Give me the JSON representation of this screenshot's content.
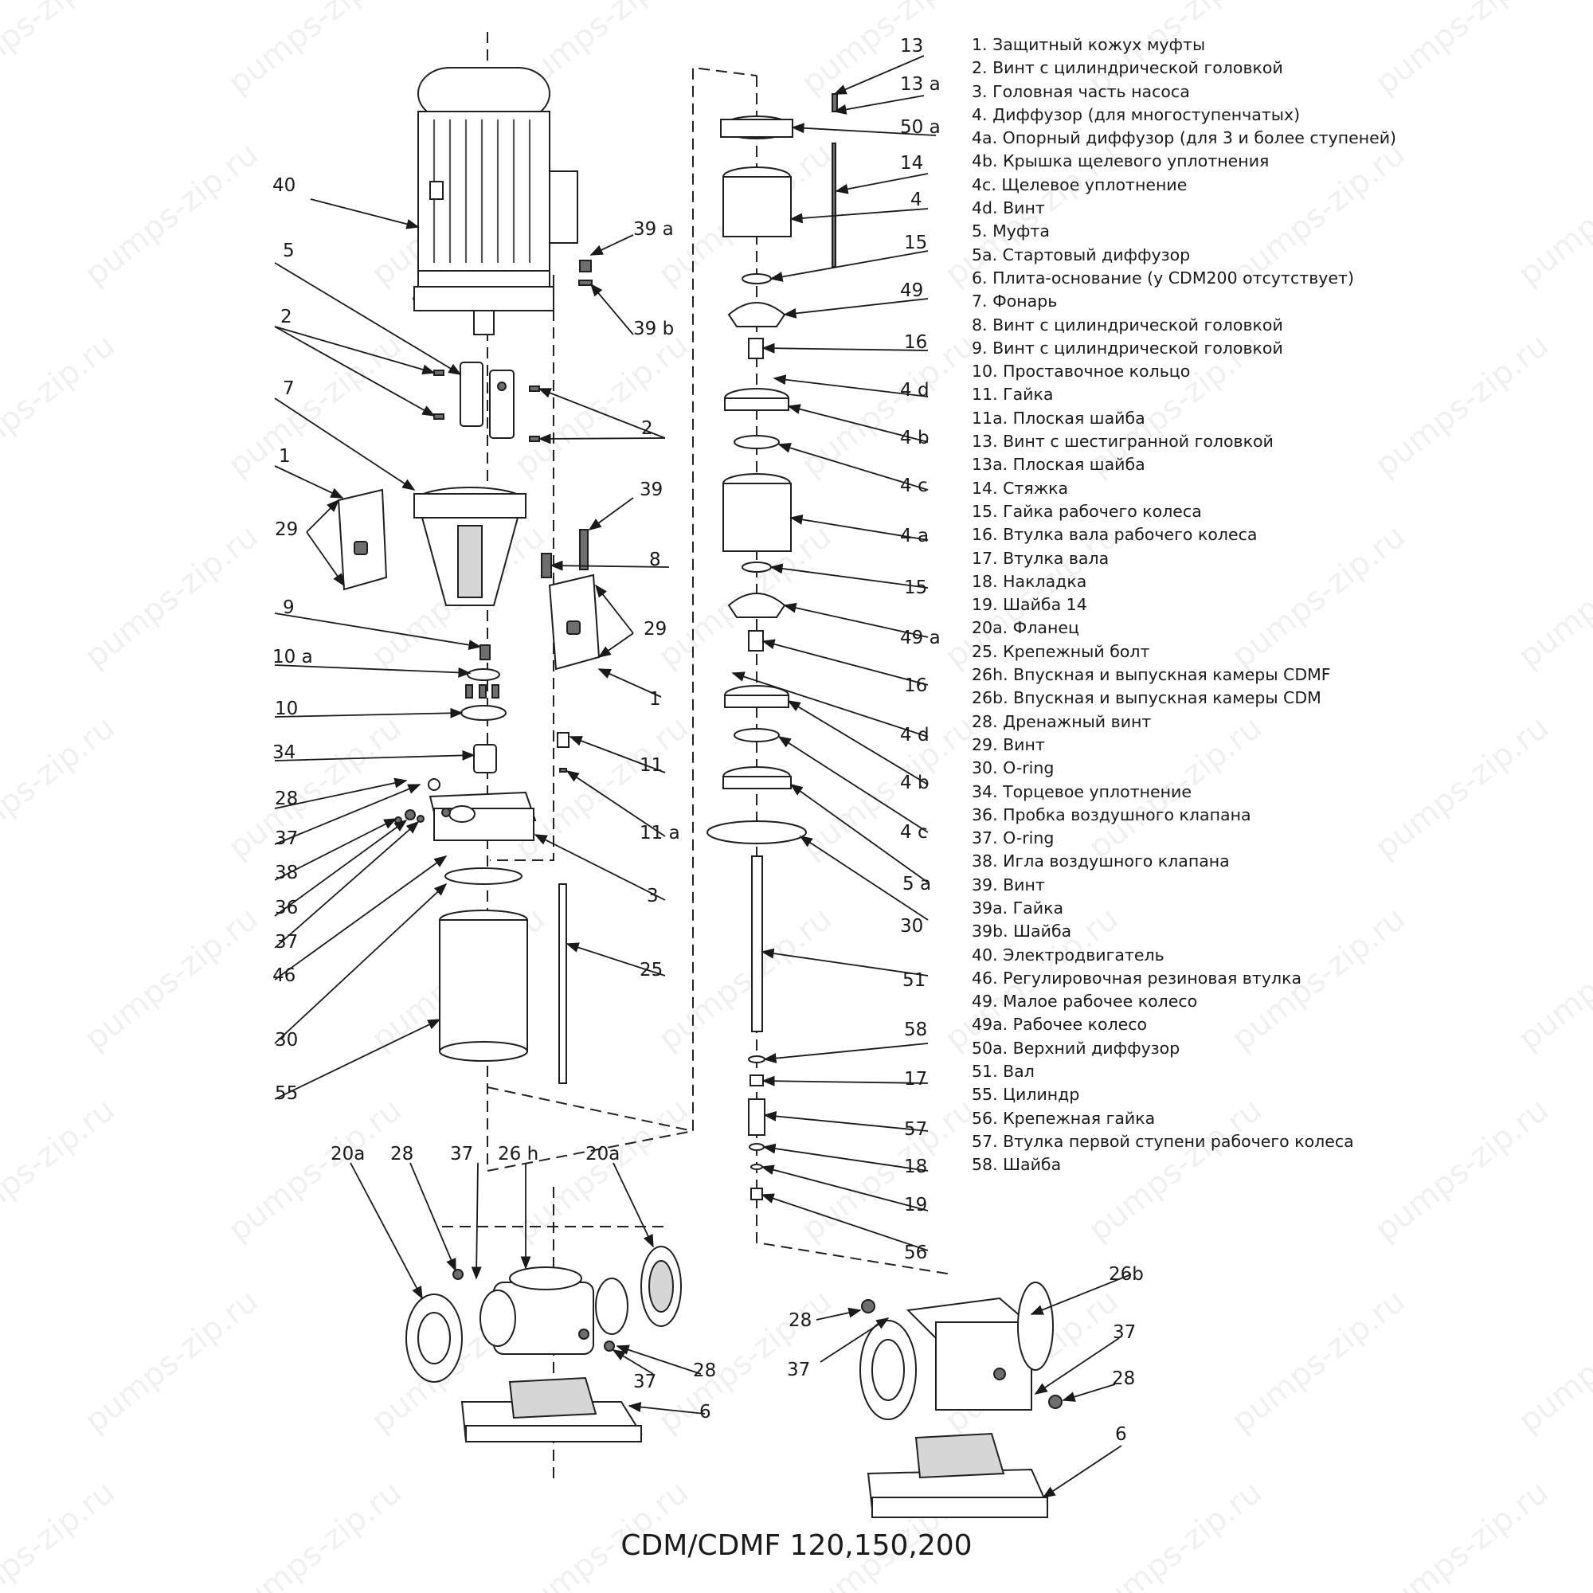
{
  "title": "CDM/CDMF 120,150,200",
  "watermark": "pumps-zip.ru",
  "legend": [
    "1. Защитный кожух муфты",
    "2. Винт с цилиндрической головкой",
    "3. Головная часть насоса",
    "4. Диффузор (для многоступенчатых)",
    "4a. Опорный диффузор (для 3 и более ступеней)",
    "4b. Крышка щелевого уплотнения",
    "4c. Щелевое уплотнение",
    "4d. Винт",
    "5. Муфта",
    "5a. Стартовый диффузор",
    "6. Плита-основание (у CDM200 отсутствует)",
    "7. Фонарь",
    "8. Винт с цилиндрической головкой",
    "9. Винт с цилиндрической головкой",
    "10. Проставочное кольцо",
    "11. Гайка",
    "11a. Плоская шайба",
    "13. Винт с шестигранной головкой",
    "13a. Плоская шайба",
    "14. Стяжка",
    "15. Гайка рабочего колеса",
    "16. Втулка вала рабочего колеса",
    "17. Втулка вала",
    "18. Накладка",
    "19. Шайба 14",
    "20a. Фланец",
    "25. Крепежный болт",
    "26h. Впускная и выпускная камеры CDMF",
    "26b. Впускная и выпускная камеры CDM",
    "28. Дренажный винт",
    "29. Винт",
    "30. O-ring",
    "34. Торцевое уплотнение",
    "36. Пробка воздушного клапана",
    "37. O-ring",
    "38. Игла воздушного клапана",
    "39. Винт",
    "39a. Гайка",
    "39b. Шайба",
    "40. Электродвигатель",
    "46. Регулировочная резиновая втулка",
    "49. Малое рабочее колесо",
    "49a. Рабочее колесо",
    "50a. Верхний диффузор",
    "51. Вал",
    "55. Цилиндр",
    "56. Крепежная гайка",
    "57. Втулка первой ступени рабочего колеса",
    "58. Шайба"
  ],
  "callouts": {
    "left": [
      "40",
      "5",
      "2",
      "2",
      "7",
      "1",
      "29",
      "9",
      "10 a",
      "10",
      "34",
      "28",
      "37",
      "38",
      "36",
      "37",
      "46",
      "30",
      "55",
      "39 a",
      "39 b",
      "39",
      "8",
      "29",
      "1",
      "11",
      "11 a",
      "3",
      "25"
    ],
    "right": [
      "13",
      "13 a",
      "50 a",
      "14",
      "4",
      "15",
      "49",
      "16",
      "4 d",
      "4 b",
      "4 c",
      "4 a",
      "15",
      "49 a",
      "16",
      "4 d",
      "4 b",
      "4 c",
      "5 a",
      "30",
      "51",
      "58",
      "17",
      "57",
      "18",
      "19",
      "56"
    ],
    "bottom_left": [
      "20a",
      "28",
      "37",
      "26 h",
      "20a",
      "28",
      "37",
      "6"
    ],
    "bottom_right": [
      "26b",
      "28",
      "37",
      "37",
      "28",
      "6"
    ]
  }
}
